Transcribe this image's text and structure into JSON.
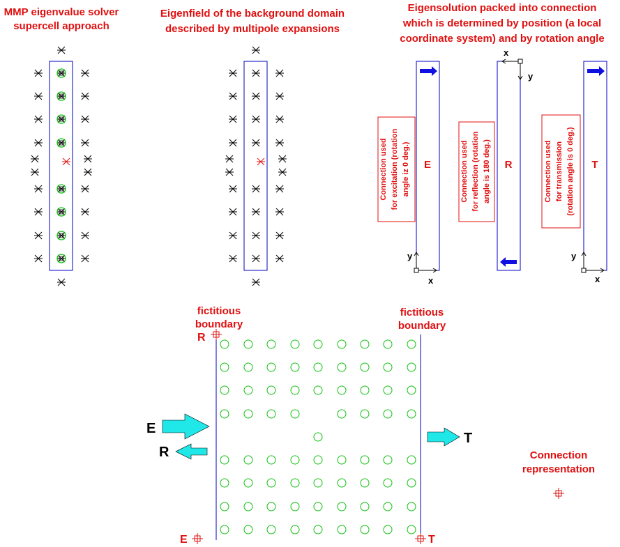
{
  "colors": {
    "title": "#e01010",
    "blue_line": "#0000c0",
    "arrow_blue": "#1010e0",
    "cross": "#000000",
    "red_cross": "#e01010",
    "green_circle": "#10c010",
    "cyan_arrow": "#20e8e8",
    "marker": "#e01010"
  },
  "panel_a": {
    "title_line1": "MMP eigenvalue solver",
    "title_line2": "supercell approach"
  },
  "panel_b": {
    "title_line1": "Eigenfield of the background domain",
    "title_line2": "described by multipole expansions"
  },
  "panel_c": {
    "title_line1": "Eigensolution packed into connection",
    "title_line2": "which is determined by position (a local",
    "title_line3": "coordinate system) and by rotation angle",
    "connections": [
      {
        "letter": "E",
        "label_line1": "Connection used",
        "label_line2": "for excitation (rotation",
        "label_line3": "angle iz 0 deg.)",
        "axis_x": "x",
        "axis_y": "y"
      },
      {
        "letter": "R",
        "label_line1": "Connection used",
        "label_line2": "for reflection (rotation",
        "label_line3": "angle is 180 deg.)",
        "axis_x": "x",
        "axis_y": "y"
      },
      {
        "letter": "T",
        "label_line1": "Connection used",
        "label_line2": "for transmission",
        "label_line3": "(rotation angle is 0 deg.)",
        "axis_x": "x",
        "axis_y": "y"
      }
    ]
  },
  "bottom": {
    "boundary_left_line1": "fictitious",
    "boundary_left_line2": "boundary",
    "boundary_right_line1": "fictitious",
    "boundary_right_line2": "boundary",
    "marker_R": "R",
    "marker_E": "E",
    "marker_T": "T",
    "incident_label": "E",
    "reflected_label": "R",
    "transmitted_label": "T",
    "connection_rep_line1": "Connection",
    "connection_rep_line2": "representation"
  }
}
